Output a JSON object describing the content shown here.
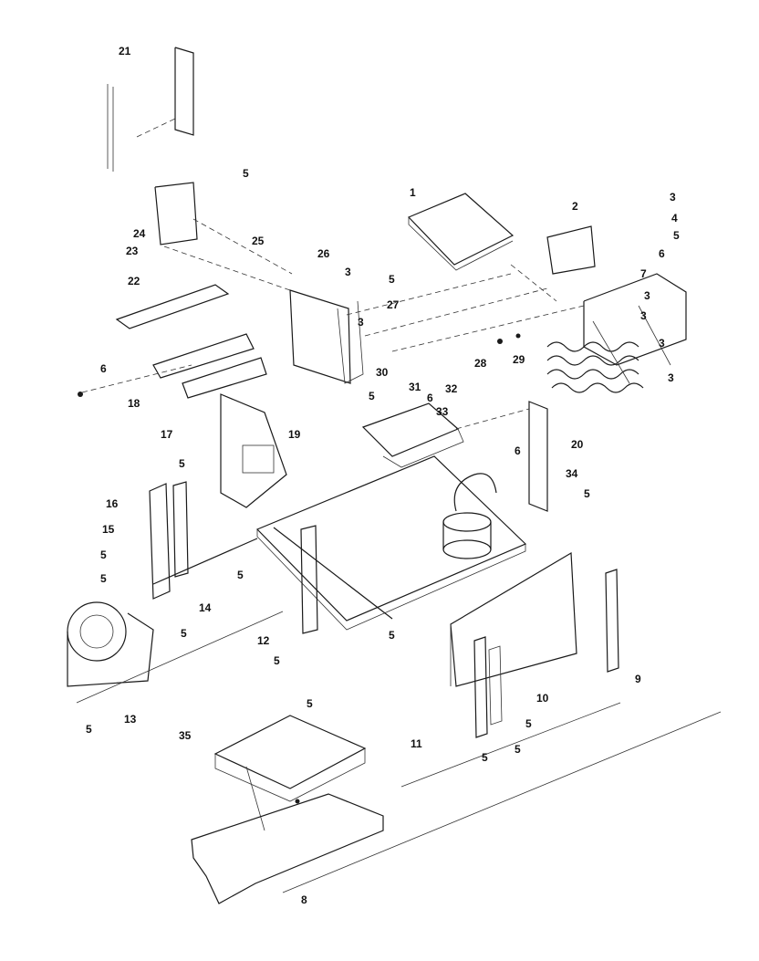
{
  "callouts": [
    {
      "id": "c21",
      "text": "21"
    },
    {
      "id": "c5a",
      "text": "5"
    },
    {
      "id": "c1",
      "text": "1"
    },
    {
      "id": "c2",
      "text": "2"
    },
    {
      "id": "c3a",
      "text": "3"
    },
    {
      "id": "c4",
      "text": "4"
    },
    {
      "id": "c5b",
      "text": "5"
    },
    {
      "id": "c6a",
      "text": "6"
    },
    {
      "id": "c24",
      "text": "24"
    },
    {
      "id": "c25",
      "text": "25"
    },
    {
      "id": "c26",
      "text": "26"
    },
    {
      "id": "c3b",
      "text": "3"
    },
    {
      "id": "c5c",
      "text": "5"
    },
    {
      "id": "c23",
      "text": "23"
    },
    {
      "id": "c7",
      "text": "7"
    },
    {
      "id": "c3c",
      "text": "3"
    },
    {
      "id": "c22",
      "text": "22"
    },
    {
      "id": "c27",
      "text": "27"
    },
    {
      "id": "c3d",
      "text": "3"
    },
    {
      "id": "c3e",
      "text": "3"
    },
    {
      "id": "c3f",
      "text": "3"
    },
    {
      "id": "c28",
      "text": "28"
    },
    {
      "id": "c29",
      "text": "29"
    },
    {
      "id": "c6b",
      "text": "6"
    },
    {
      "id": "c30",
      "text": "30"
    },
    {
      "id": "c3g",
      "text": "3"
    },
    {
      "id": "c5d",
      "text": "5"
    },
    {
      "id": "c31",
      "text": "31"
    },
    {
      "id": "c32",
      "text": "32"
    },
    {
      "id": "c6c",
      "text": "6"
    },
    {
      "id": "c18",
      "text": "18"
    },
    {
      "id": "c33",
      "text": "33"
    },
    {
      "id": "c19",
      "text": "19"
    },
    {
      "id": "c17",
      "text": "17"
    },
    {
      "id": "c6d",
      "text": "6"
    },
    {
      "id": "c20",
      "text": "20"
    },
    {
      "id": "c5e",
      "text": "5"
    },
    {
      "id": "c34",
      "text": "34"
    },
    {
      "id": "c16",
      "text": "16"
    },
    {
      "id": "c5f",
      "text": "5"
    },
    {
      "id": "c15",
      "text": "15"
    },
    {
      "id": "c5g",
      "text": "5"
    },
    {
      "id": "c5h",
      "text": "5"
    },
    {
      "id": "c5i",
      "text": "5"
    },
    {
      "id": "c14",
      "text": "14"
    },
    {
      "id": "c5j",
      "text": "5"
    },
    {
      "id": "c12",
      "text": "12"
    },
    {
      "id": "c5k",
      "text": "5"
    },
    {
      "id": "c5l",
      "text": "5"
    },
    {
      "id": "c9",
      "text": "9"
    },
    {
      "id": "c10",
      "text": "10"
    },
    {
      "id": "c13",
      "text": "13"
    },
    {
      "id": "c5m",
      "text": "5"
    },
    {
      "id": "c5n",
      "text": "5"
    },
    {
      "id": "c5o",
      "text": "5"
    },
    {
      "id": "c35",
      "text": "35"
    },
    {
      "id": "c11",
      "text": "11"
    },
    {
      "id": "c5p",
      "text": "5"
    },
    {
      "id": "c5q",
      "text": "5"
    },
    {
      "id": "c8",
      "text": "8"
    }
  ]
}
